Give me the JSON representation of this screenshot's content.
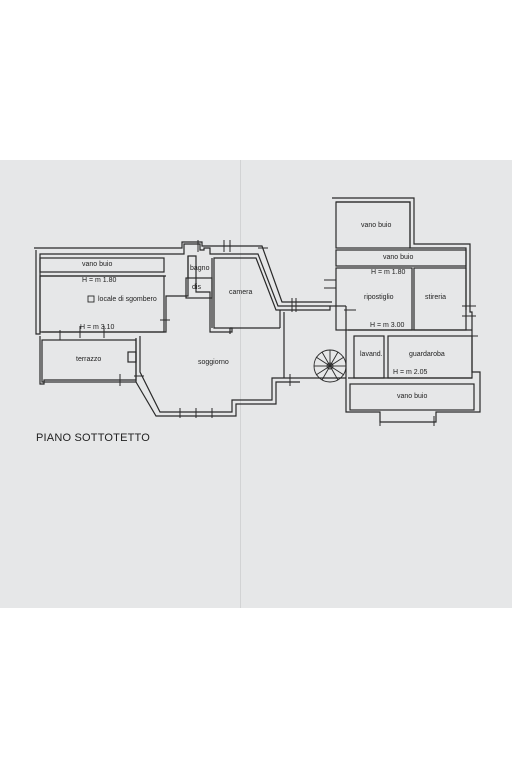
{
  "plan": {
    "title": "PIANO SOTTOTETTO",
    "rooms": {
      "vano_buio_left": "vano buio",
      "bagno": "bagno",
      "dis": "dis",
      "camera": "camera",
      "locale_sgombero": "locale di sgombero",
      "terrazzo": "terrazzo",
      "soggiorno": "soggiorno",
      "vano_buio_top_right": "vano buio",
      "vano_buio_right": "vano buio",
      "ripostiglio": "ripostiglio",
      "stireria": "stireria",
      "lavand": "lavand.",
      "guardaroba": "guardaroba",
      "vano_buio_bottom_right": "vano buio"
    },
    "heights": {
      "h_left_180": "H = m 1.80",
      "h_left_310": "H = m 3.10",
      "h_right_180": "H = m 1.80",
      "h_right_300": "H = m 3.00",
      "h_right_205": "H = m 2.05"
    }
  }
}
